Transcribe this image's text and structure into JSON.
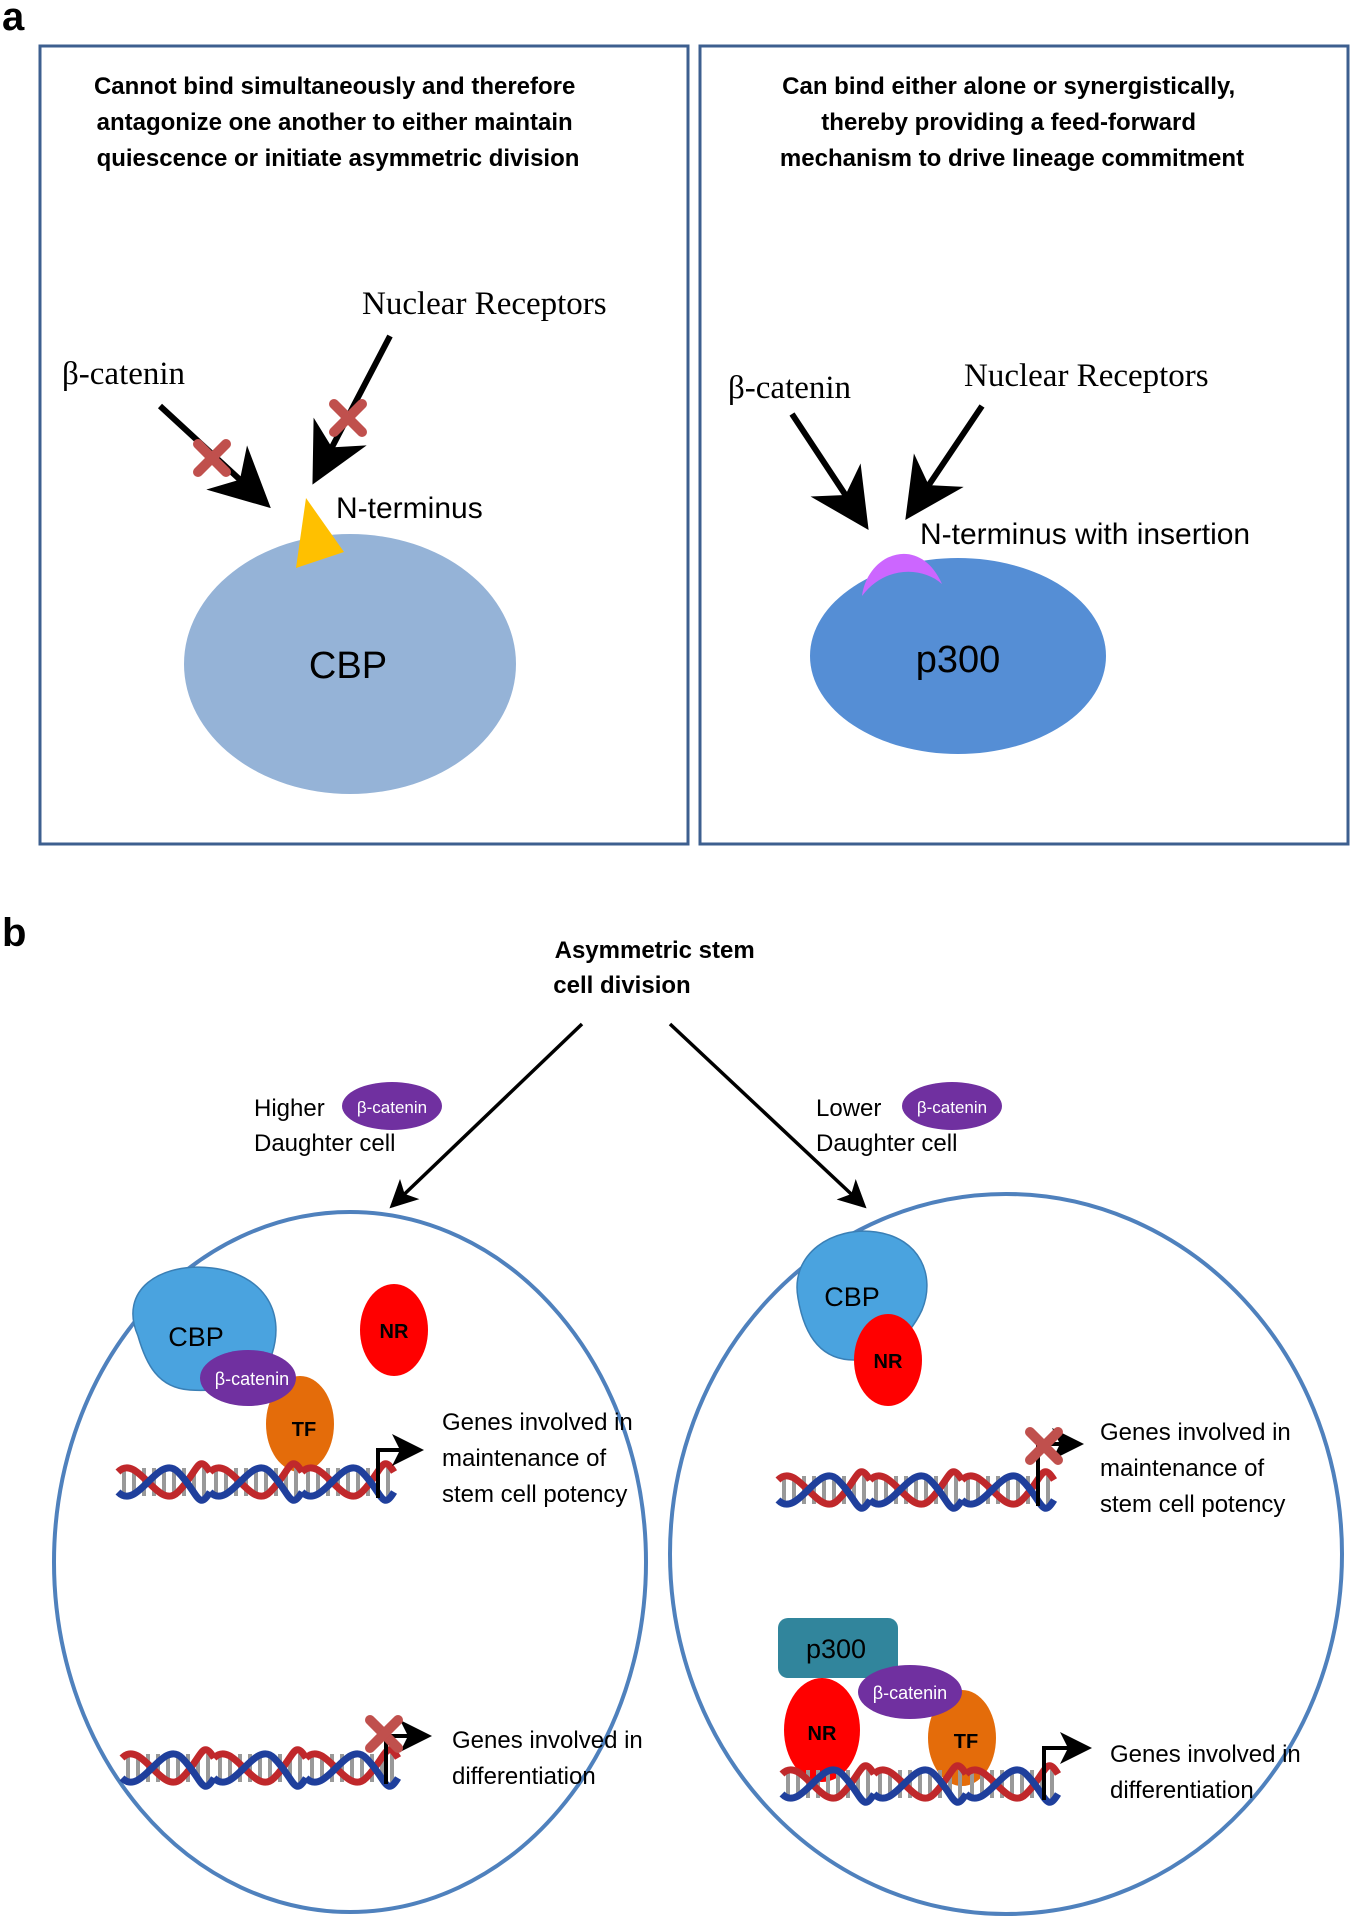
{
  "panel_a": {
    "label": "a",
    "left_box": {
      "caption": [
        "Cannot bind simultaneously and therefore",
        "antagonize one another to either maintain",
        "quiescence or initiate asymmetric division"
      ],
      "ligand_1": "β-catenin",
      "ligand_2": "Nuclear Receptors",
      "site_label": "N-terminus",
      "protein": "CBP"
    },
    "right_box": {
      "caption": [
        "Can bind either alone or synergistically,",
        "thereby providing a feed-forward",
        "mechanism to drive lineage commitment"
      ],
      "ligand_1": "β-catenin",
      "ligand_2": "Nuclear Receptors",
      "site_label": "N-terminus with insertion",
      "protein": "p300"
    }
  },
  "panel_b": {
    "label": "b",
    "title": [
      "Asymmetric stem",
      "cell division"
    ],
    "left": {
      "level": "Higher",
      "daughter": "Daughter cell",
      "badge": "β-catenin",
      "cbp": "CBP",
      "bcat": "β-catenin",
      "tf": "TF",
      "nr": "NR",
      "gene1": [
        "Genes involved in",
        "maintenance of",
        "stem cell potency"
      ],
      "gene2": [
        "Genes involved in",
        "differentiation"
      ]
    },
    "right": {
      "level": "Lower",
      "daughter": "Daughter cell",
      "badge": "β-catenin",
      "cbp": "CBP",
      "nr_top": "NR",
      "gene1": [
        "Genes involved in",
        "maintenance of",
        "stem cell potency"
      ],
      "p300": "p300",
      "bcat": "β-catenin",
      "nr_bottom": "NR",
      "tf": "TF",
      "gene2": [
        "Genes involved in",
        "differentiation"
      ]
    }
  },
  "colors": {
    "box_border": "#3d5f8f",
    "cbp_light": "#95b3d7",
    "p300_blue": "#558ed5",
    "cbp_cell": "#4aa3df",
    "nterm_yellow": "#ffc000",
    "insertion_violet": "#cc66ff",
    "beta_catenin": "#7030a0",
    "nr_red": "#ff0000",
    "tf_orange": "#e46c0a",
    "p300_teal": "#31859c",
    "cross_red": "#c0504d",
    "cell_border": "#4f81bd"
  }
}
